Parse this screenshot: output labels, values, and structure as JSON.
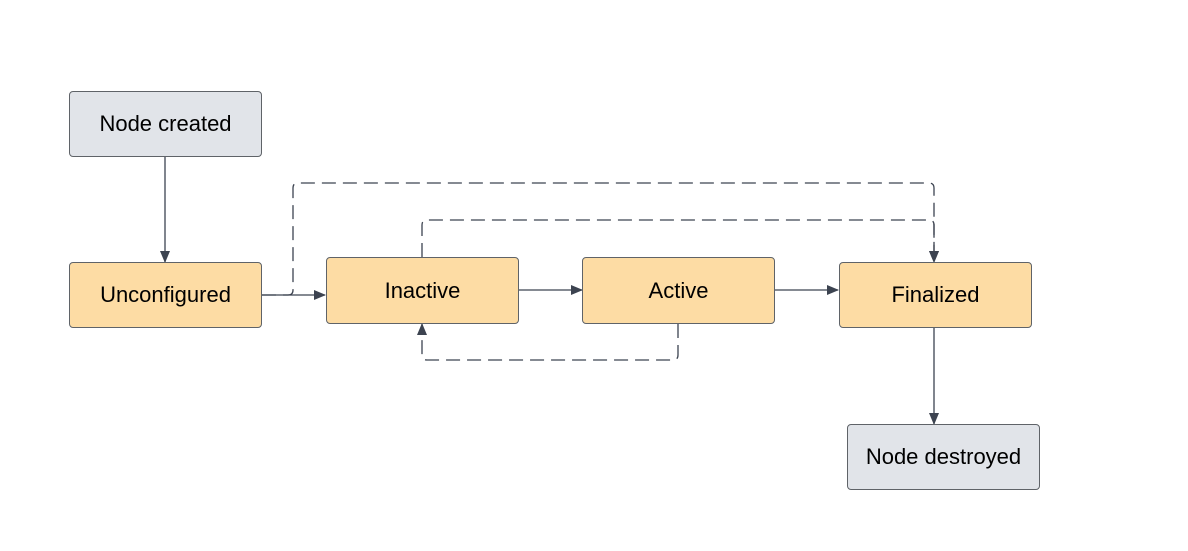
{
  "colors": {
    "state_fill": "#fddca4",
    "terminal_fill": "#e1e4e9",
    "border": "#5f6368",
    "edge": "#3c4350"
  },
  "nodes": {
    "node_created": {
      "label": "Node created",
      "kind": "terminal"
    },
    "unconfigured": {
      "label": "Unconfigured",
      "kind": "state"
    },
    "inactive": {
      "label": "Inactive",
      "kind": "state"
    },
    "active": {
      "label": "Active",
      "kind": "state"
    },
    "finalized": {
      "label": "Finalized",
      "kind": "state"
    },
    "node_destroyed": {
      "label": "Node destroyed",
      "kind": "terminal"
    }
  },
  "edges": [
    {
      "from": "Node created",
      "to": "Unconfigured",
      "style": "solid"
    },
    {
      "from": "Unconfigured",
      "to": "Inactive",
      "style": "solid"
    },
    {
      "from": "Unconfigured",
      "to": "Finalized",
      "style": "dashed"
    },
    {
      "from": "Inactive",
      "to": "Active",
      "style": "solid"
    },
    {
      "from": "Inactive",
      "to": "Finalized",
      "style": "dashed"
    },
    {
      "from": "Active",
      "to": "Inactive",
      "style": "dashed"
    },
    {
      "from": "Active",
      "to": "Finalized",
      "style": "solid"
    },
    {
      "from": "Finalized",
      "to": "Node destroyed",
      "style": "solid"
    }
  ]
}
